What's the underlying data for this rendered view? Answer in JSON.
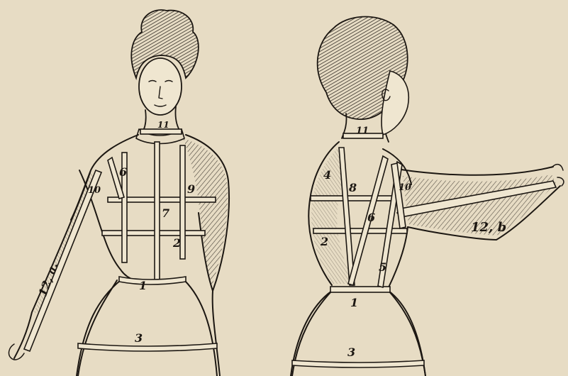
{
  "plate": {
    "paper_color": "#e7dcc4",
    "ink_color": "#1c1712",
    "tape_color": "#efe6d0"
  },
  "front_figure": {
    "labels": {
      "l1": "1",
      "l2": "2",
      "l3": "3",
      "l6": "6",
      "l7": "7",
      "l9": "9",
      "l10": "10",
      "l11": "11",
      "l12": "12, a."
    }
  },
  "back_figure": {
    "labels": {
      "l1": "1",
      "l2": "2",
      "l3": "3",
      "l4": "4",
      "l5": "5",
      "l6": "6",
      "l8": "8",
      "l10": "10",
      "l11": "11",
      "l12": "12, b"
    }
  }
}
